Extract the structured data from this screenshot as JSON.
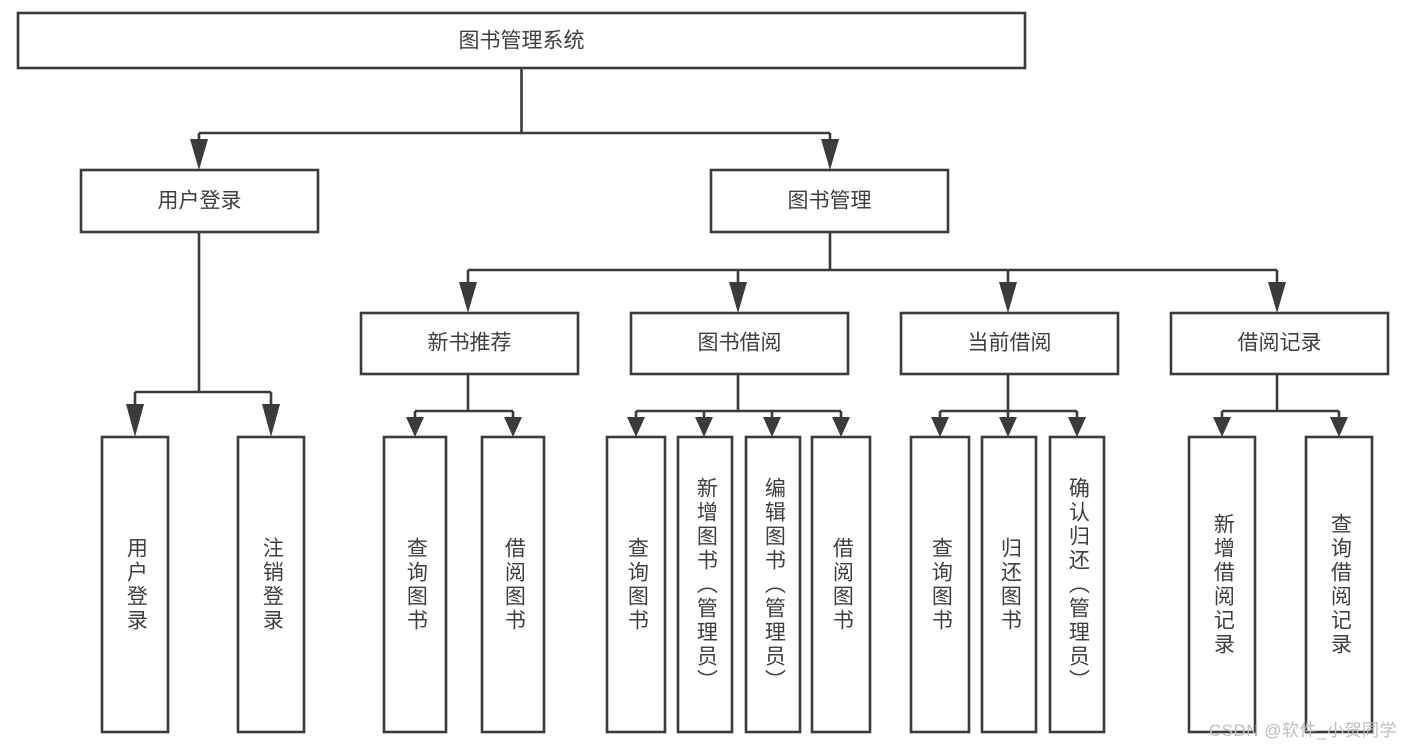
{
  "diagram": {
    "type": "tree-hierarchy",
    "title": "图书管理系统",
    "watermark": "CSDN @软件_小贺同学",
    "colors": {
      "stroke": "#3b3b3b",
      "box_fill": "#ffffff",
      "text": "#3f3f3f",
      "background": "#ffffff",
      "watermark": "#bdbdbd"
    },
    "levels": {
      "root": {
        "label": "图书管理系统",
        "orientation": "horizontal"
      },
      "level2": [
        {
          "label": "用户登录",
          "orientation": "horizontal"
        },
        {
          "label": "图书管理",
          "orientation": "horizontal"
        }
      ],
      "level3": [
        {
          "label": "新书推荐",
          "orientation": "horizontal",
          "parent": "图书管理"
        },
        {
          "label": "图书借阅",
          "orientation": "horizontal",
          "parent": "图书管理"
        },
        {
          "label": "当前借阅",
          "orientation": "horizontal",
          "parent": "图书管理"
        },
        {
          "label": "借阅记录",
          "orientation": "horizontal",
          "parent": "图书管理"
        }
      ],
      "leaves": [
        {
          "label": "用户登录",
          "orientation": "vertical",
          "parent": "用户登录"
        },
        {
          "label": "注销登录",
          "orientation": "vertical",
          "parent": "用户登录"
        },
        {
          "label": "查询图书",
          "orientation": "vertical",
          "parent": "新书推荐"
        },
        {
          "label": "借阅图书",
          "orientation": "vertical",
          "parent": "新书推荐"
        },
        {
          "label": "查询图书",
          "orientation": "vertical",
          "parent": "图书借阅"
        },
        {
          "label": "新增图书（管理员）",
          "orientation": "vertical",
          "parent": "图书借阅"
        },
        {
          "label": "编辑图书（管理员）",
          "orientation": "vertical",
          "parent": "图书借阅"
        },
        {
          "label": "借阅图书",
          "orientation": "vertical",
          "parent": "图书借阅"
        },
        {
          "label": "查询图书",
          "orientation": "vertical",
          "parent": "当前借阅"
        },
        {
          "label": "归还图书",
          "orientation": "vertical",
          "parent": "当前借阅"
        },
        {
          "label": "确认归还（管理员）",
          "orientation": "vertical",
          "parent": "当前借阅"
        },
        {
          "label": "新增借阅记录",
          "orientation": "vertical",
          "parent": "借阅记录"
        },
        {
          "label": "查询借阅记录",
          "orientation": "vertical",
          "parent": "借阅记录"
        }
      ]
    }
  }
}
